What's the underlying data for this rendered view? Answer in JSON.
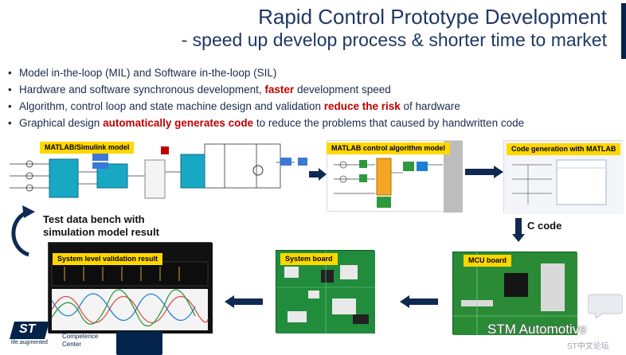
{
  "title": {
    "main": "Rapid Control Prototype Development",
    "sub": "- speed up develop process & shorter time to market"
  },
  "bullets": [
    {
      "before": "Model in-the-loop (MIL) and Software in-the-loop (SIL)",
      "highlight": "",
      "after": ""
    },
    {
      "before": "Hardware and software synchronous development, ",
      "highlight": "faster",
      "after": " development speed"
    },
    {
      "before": "Algorithm, control loop and state machine design and validation ",
      "highlight": "reduce the risk",
      "after": " of hardware"
    },
    {
      "before": "Graphical design ",
      "highlight": "automatically generates code",
      "after": " to reduce the problems that caused by handwritten code"
    }
  ],
  "tags": {
    "simulink": "MATLAB/Simulink model",
    "control": "MATLAB control algorithm model",
    "codegen": "Code generation with MATLAB",
    "validation": "System level validation result",
    "system_board": "System board",
    "mcu_board": "MCU board"
  },
  "labels": {
    "bench_line1": "Test data bench with",
    "bench_line2": "simulation model result",
    "c_code": "C code"
  },
  "logo": {
    "mark": "ST",
    "tagline": "life.augmented",
    "center_line1": "Competence",
    "center_line2": "Center"
  },
  "watermark": {
    "name": "STM Automotive",
    "forum": "ST中文论坛"
  },
  "colors": {
    "title": "#1f3864",
    "highlight": "#c00000",
    "tag": "#ffd700",
    "arrow": "#0f2a52",
    "pcb": "#1e8a3a"
  }
}
